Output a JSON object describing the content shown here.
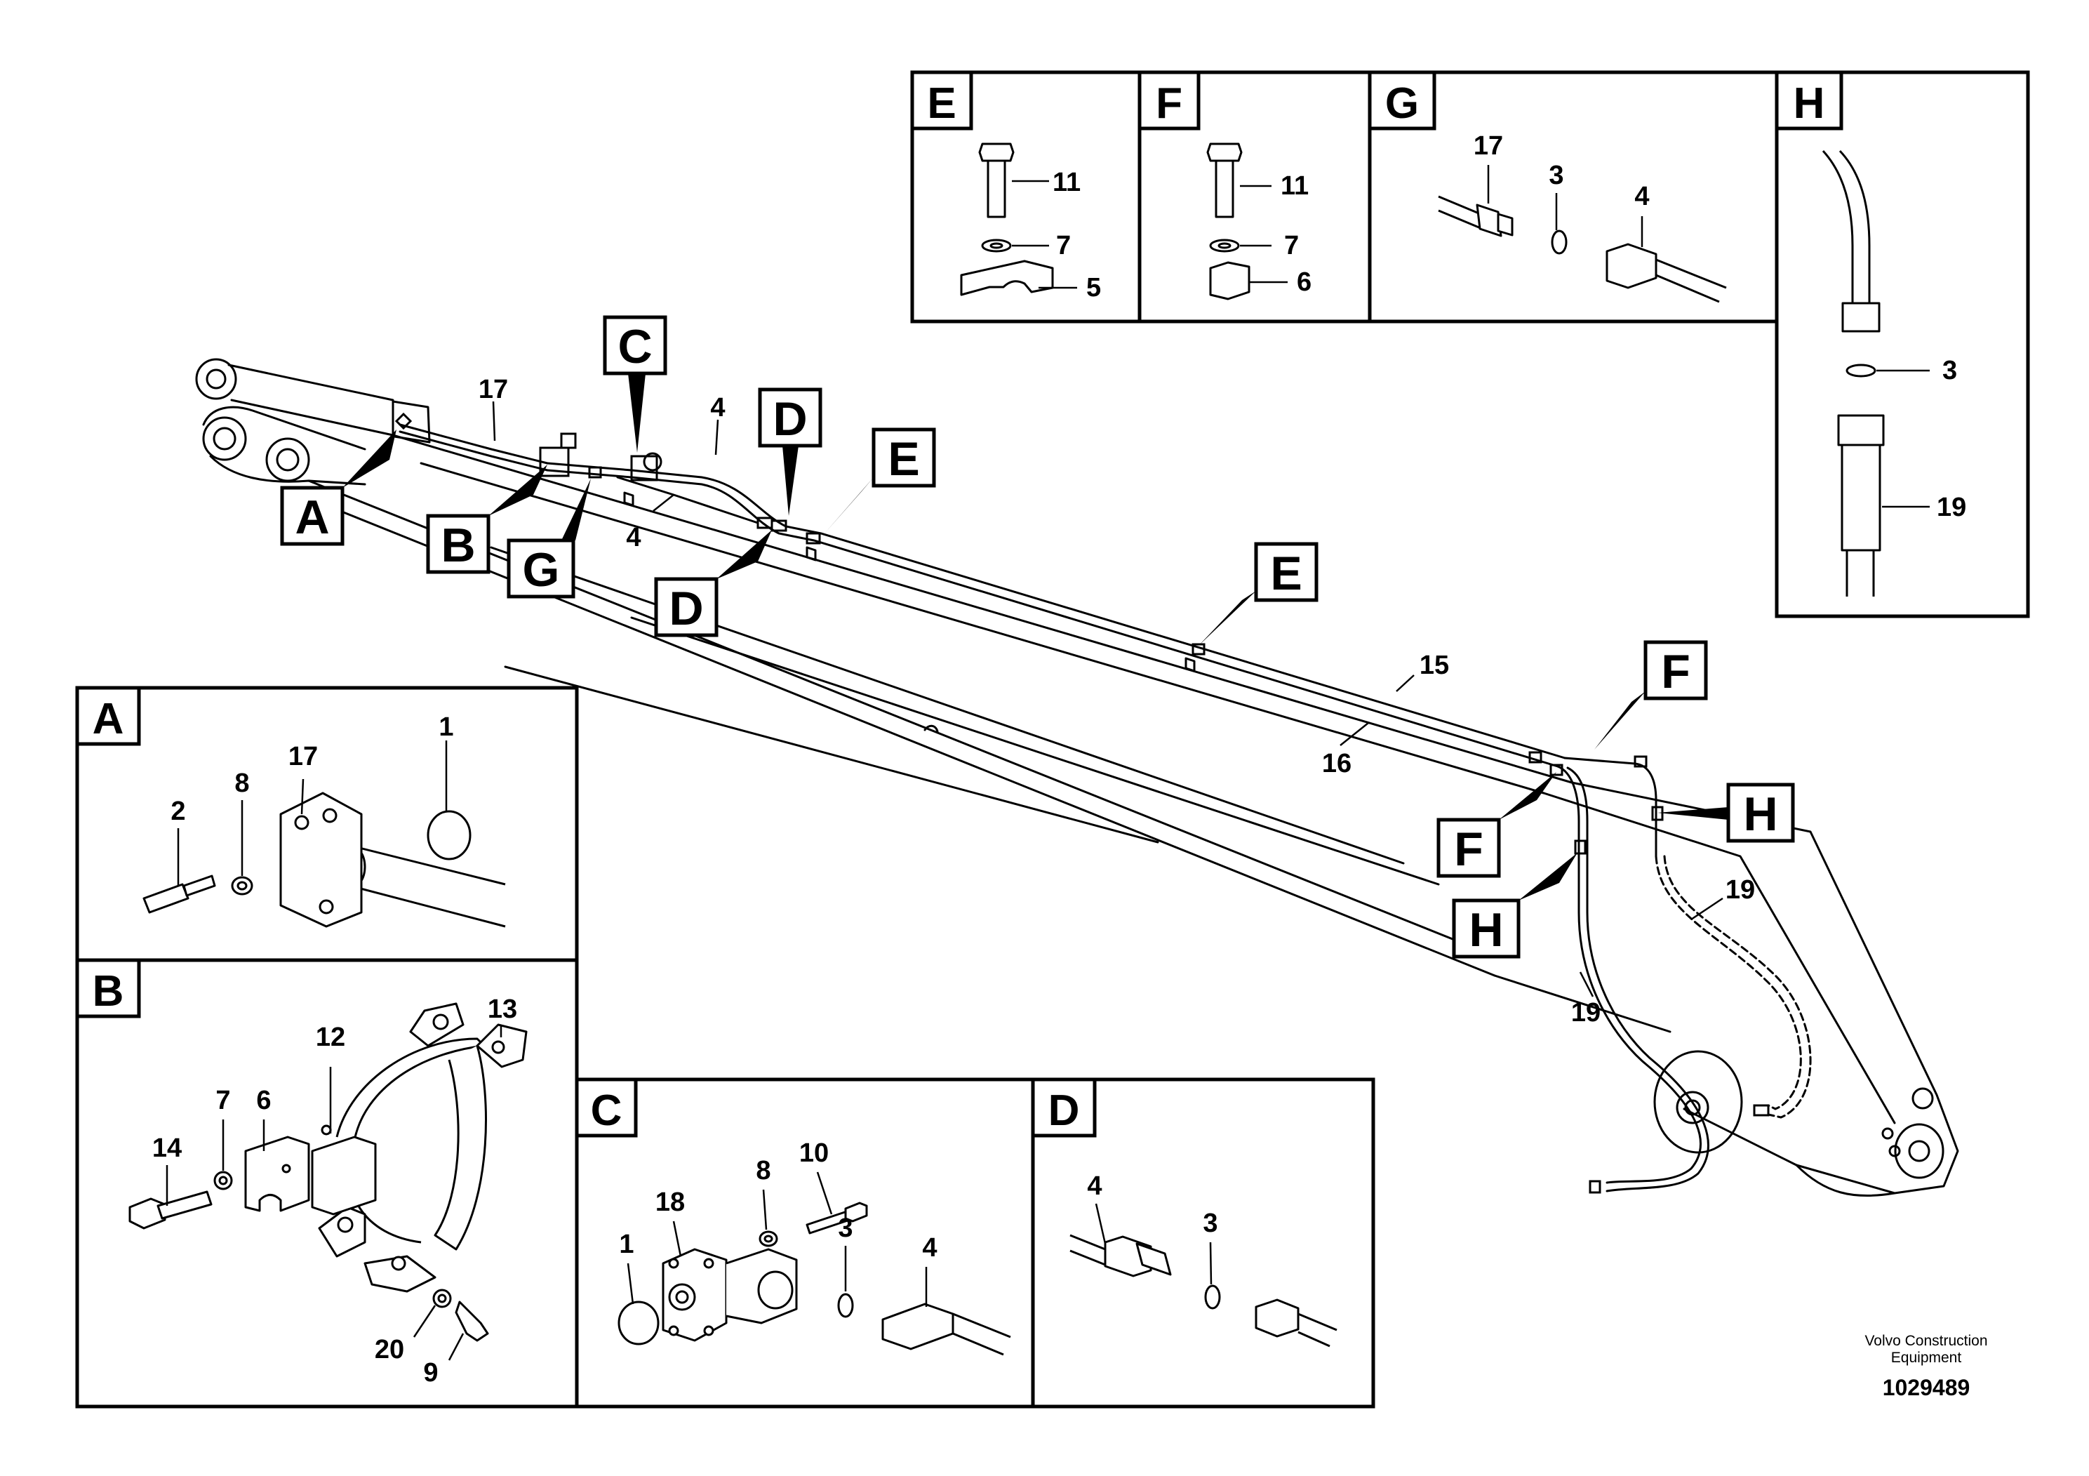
{
  "main": {
    "callouts": {
      "A": "A",
      "B": "B",
      "G": "G",
      "C": "C",
      "D_top": "D",
      "D_bottom": "D",
      "E_top": "E",
      "E_mid": "E",
      "F_top": "F",
      "F_bottom": "F",
      "H_right": "H",
      "H_left": "H"
    },
    "labels": {
      "n17": "17",
      "n4a": "4",
      "n4b": "4",
      "n15": "15",
      "n16": "16",
      "n19a": "19",
      "n19b": "19"
    }
  },
  "panels": {
    "E": {
      "tag": "E",
      "n11": "11",
      "n7": "7",
      "n5": "5"
    },
    "F": {
      "tag": "F",
      "n11": "11",
      "n7": "7",
      "n6": "6"
    },
    "G": {
      "tag": "G",
      "n17": "17",
      "n3": "3",
      "n4": "4"
    },
    "H": {
      "tag": "H",
      "n3": "3",
      "n19": "19"
    },
    "A": {
      "tag": "A",
      "n1": "1",
      "n8": "8",
      "n17": "17",
      "n2": "2"
    },
    "B": {
      "tag": "B",
      "n12": "12",
      "n13": "13",
      "n6": "6",
      "n7": "7",
      "n14": "14",
      "n20": "20",
      "n9": "9"
    },
    "C": {
      "tag": "C",
      "n8": "8",
      "n10": "10",
      "n18": "18",
      "n1": "1",
      "n3": "3",
      "n4": "4"
    },
    "D": {
      "tag": "D",
      "n4": "4",
      "n3": "3"
    }
  },
  "footer": {
    "brand_line1": "Volvo Construction",
    "brand_line2": "Equipment",
    "doc_number": "1029489"
  }
}
